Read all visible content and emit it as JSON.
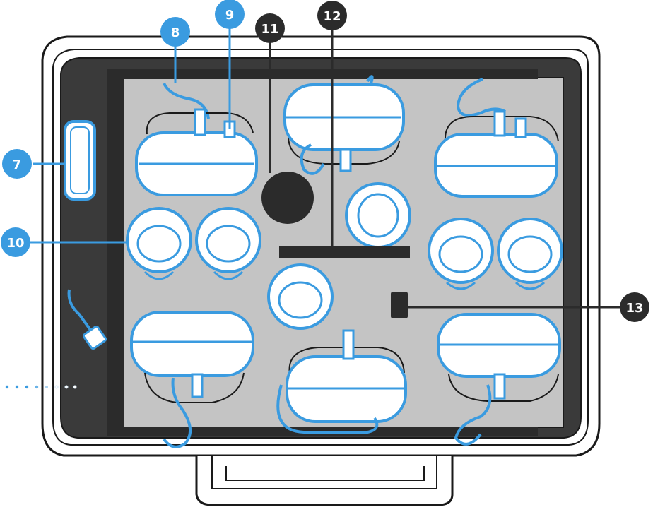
{
  "callouts": [
    {
      "id": "7",
      "label": "7",
      "color": "#3a9be0"
    },
    {
      "id": "8",
      "label": "8",
      "color": "#3a9be0"
    },
    {
      "id": "9",
      "label": "9",
      "color": "#3a9be0"
    },
    {
      "id": "10",
      "label": "10",
      "color": "#3a9be0"
    },
    {
      "id": "11",
      "label": "11",
      "color": "#2b2b2b"
    },
    {
      "id": "12",
      "label": "12",
      "color": "#2b2b2b"
    },
    {
      "id": "13",
      "label": "13",
      "color": "#2b2b2b"
    }
  ],
  "colors": {
    "case_outline": "#1a1a1a",
    "case_lid": "#3a3a3a",
    "foam_insert": "#c4c4c4",
    "item_fill": "#ffffff",
    "item_stroke": "#3a9be0",
    "cutout": "#2b2b2b"
  },
  "icons": {
    "headset": "vr-headset-icon",
    "controller": "controller-icon",
    "cable": "cable-icon",
    "pouch": "round-pouch-icon",
    "slot": "slot-icon",
    "charger": "charger-block-icon"
  }
}
